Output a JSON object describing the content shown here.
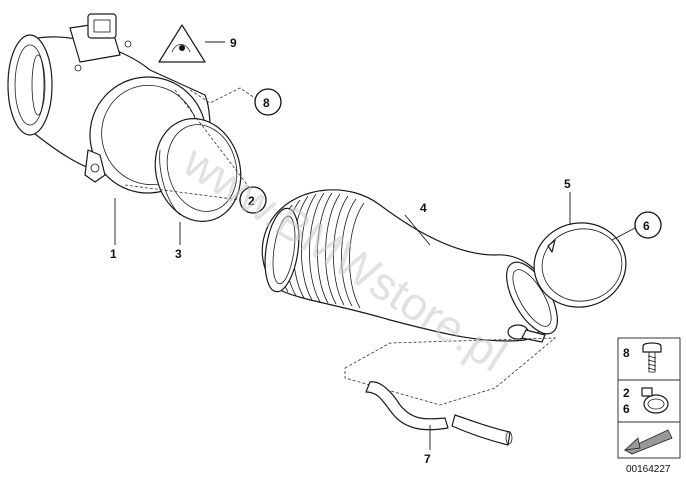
{
  "diagram": {
    "callouts": [
      {
        "id": "c1",
        "label": "1"
      },
      {
        "id": "c2",
        "label": "2"
      },
      {
        "id": "c3",
        "label": "3"
      },
      {
        "id": "c4",
        "label": "4"
      },
      {
        "id": "c5",
        "label": "5"
      },
      {
        "id": "c6",
        "label": "6"
      },
      {
        "id": "c7",
        "label": "7"
      },
      {
        "id": "c8",
        "label": "8"
      },
      {
        "id": "c9",
        "label": "9"
      }
    ],
    "watermark": "www.BMWstore.pl",
    "legend": {
      "screw_label": "8",
      "clamp_labels": [
        "2",
        "6"
      ]
    },
    "reference_number": "00164227"
  }
}
